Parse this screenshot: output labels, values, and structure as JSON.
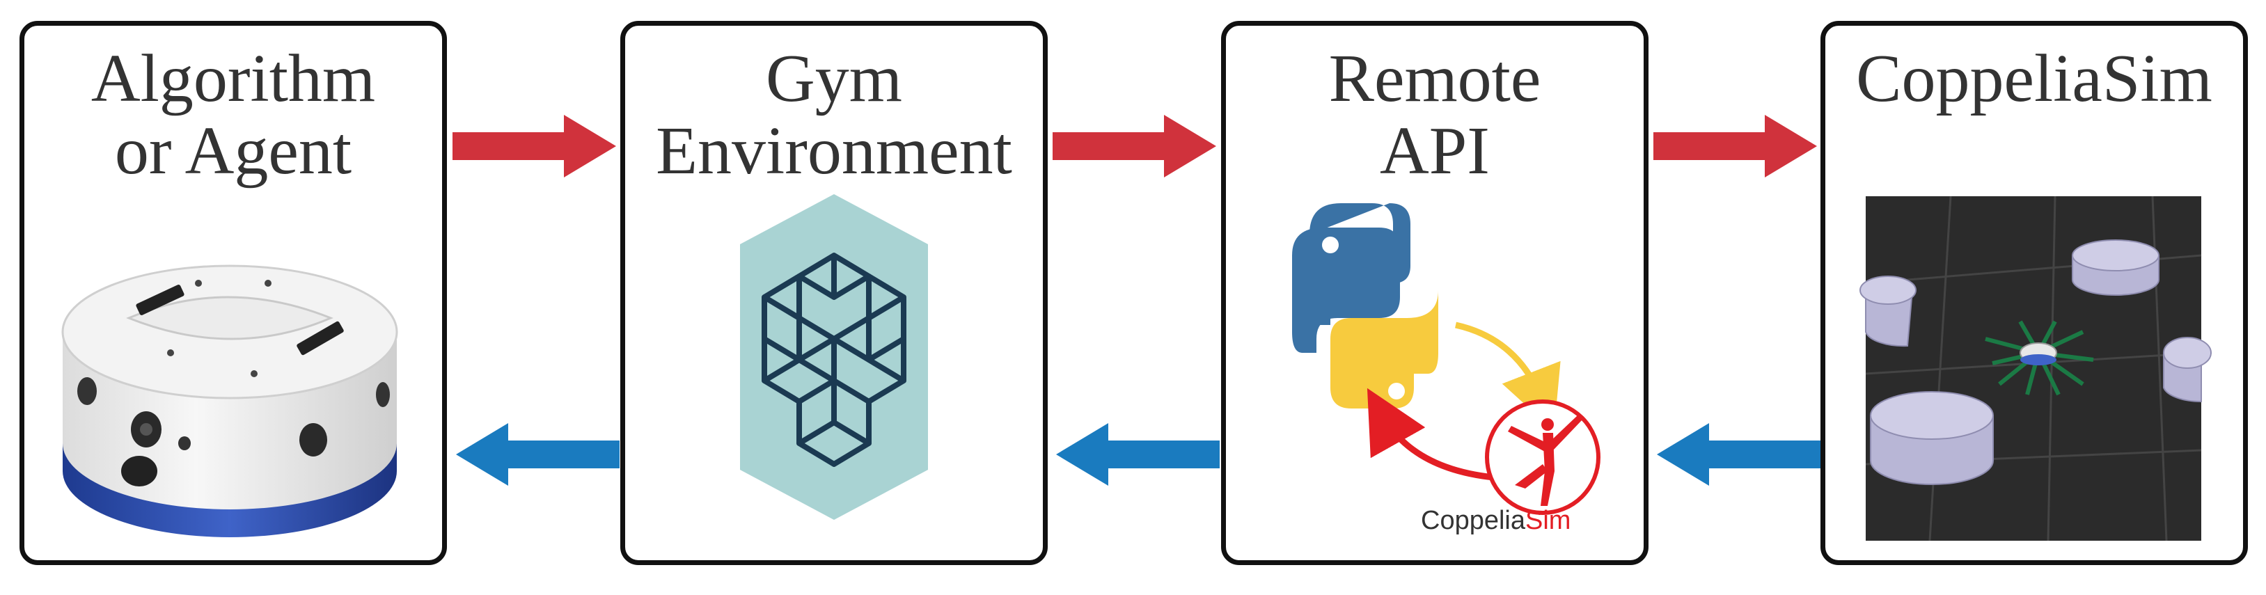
{
  "boxes": [
    {
      "title_lines": [
        "Algorithm",
        "or Agent"
      ]
    },
    {
      "title_lines": [
        "Gym",
        "Environment"
      ]
    },
    {
      "title_lines": [
        "Remote",
        "API"
      ]
    },
    {
      "title_lines": [
        "CoppeliaSim"
      ]
    }
  ],
  "logo": {
    "text_main": "Coppelia",
    "text_accent": "Sim"
  },
  "colors": {
    "forward_arrow": "#d0323c",
    "backward_arrow": "#1a7bbf",
    "gym_hexagon": "#a9d3d3",
    "gym_lines": "#1b3a52",
    "python_blue": "#3a72a5",
    "python_yellow": "#f7cb3e",
    "coppelia_red": "#e31e24",
    "floor": "#2b2b2b",
    "obstacle": "#b8b6d6",
    "sensor": "#1b7a45"
  }
}
